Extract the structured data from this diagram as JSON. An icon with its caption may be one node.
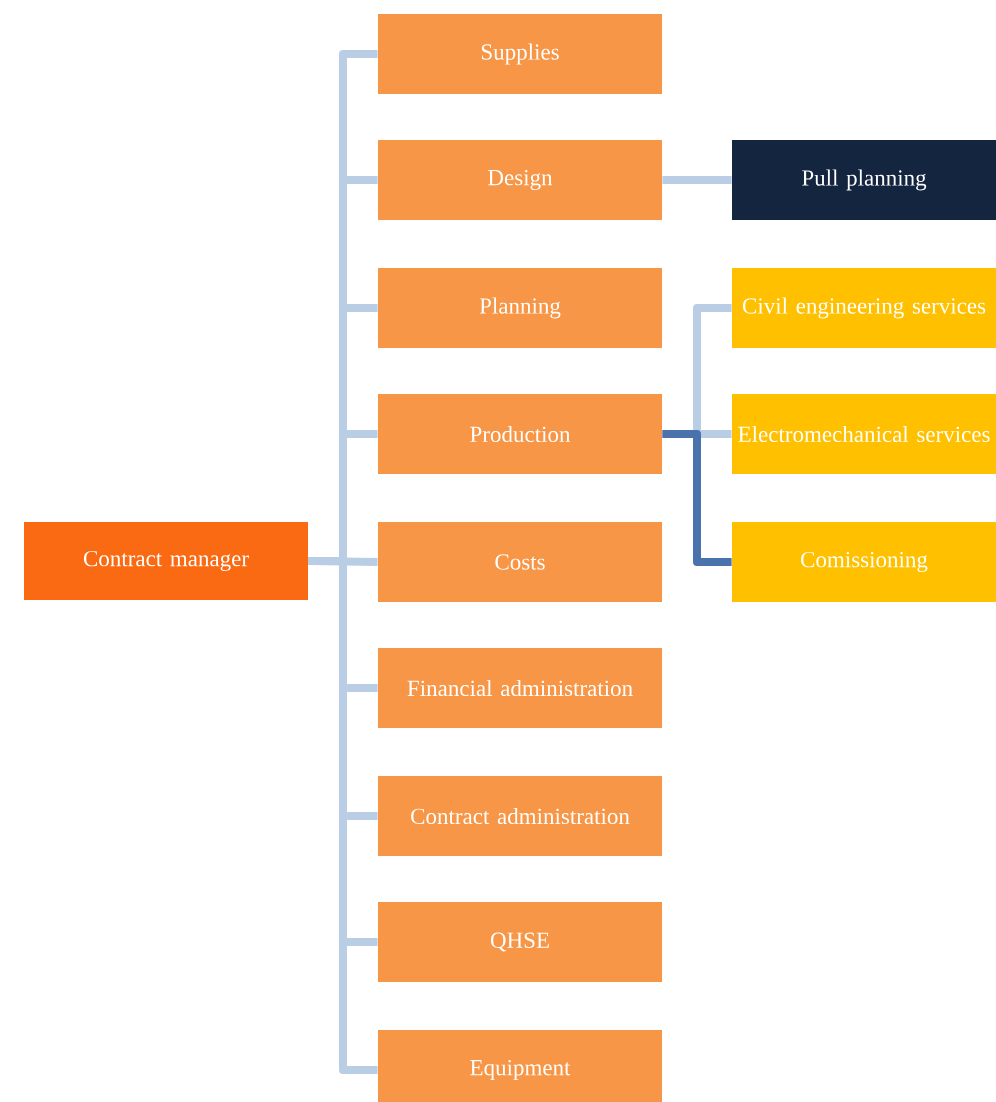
{
  "diagram": {
    "nodes": [
      {
        "text": [
          "Contract manager"
        ]
      },
      {
        "text": [
          "Supplies"
        ]
      },
      {
        "text": [
          "Design"
        ]
      },
      {
        "text": [
          "Planning"
        ]
      },
      {
        "text": [
          "Production"
        ]
      },
      {
        "text": [
          "Costs"
        ]
      },
      {
        "text": [
          "Financial administration"
        ]
      },
      {
        "text": [
          "Contract administration"
        ]
      },
      {
        "text": [
          "QHSE"
        ]
      },
      {
        "text": [
          "Equipment"
        ]
      },
      {
        "text": [
          "Pull planning"
        ]
      },
      {
        "text": [
          "Civil engineering services"
        ]
      },
      {
        "text": [
          "Electromechanical services"
        ]
      },
      {
        "text": [
          "Comissioning"
        ]
      }
    ],
    "edges": [
      {
        "from": 0,
        "to": 1,
        "arrow": "none"
      },
      {
        "from": 0,
        "to": 2,
        "arrow": "none"
      },
      {
        "from": 0,
        "to": 3,
        "arrow": "none"
      },
      {
        "from": 0,
        "to": 4,
        "arrow": "none"
      },
      {
        "from": 0,
        "to": 5,
        "arrow": "none"
      },
      {
        "from": 0,
        "to": 6,
        "arrow": "none"
      },
      {
        "from": 0,
        "to": 7,
        "arrow": "none"
      },
      {
        "from": 0,
        "to": 8,
        "arrow": "none"
      },
      {
        "from": 0,
        "to": 9,
        "arrow": "none"
      },
      {
        "from": 2,
        "to": 10,
        "arrow": "none"
      },
      {
        "from": 4,
        "to": 11,
        "arrow": "none"
      },
      {
        "from": 4,
        "to": 12,
        "arrow": "none"
      },
      {
        "from": 4,
        "to": 13,
        "arrow": "none",
        "color": "#4a72ac"
      }
    ]
  }
}
